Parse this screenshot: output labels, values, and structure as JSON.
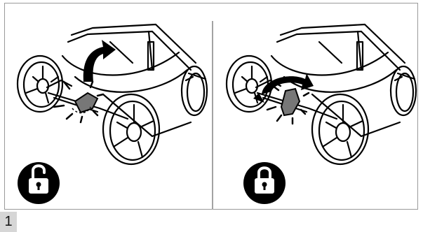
{
  "figure": {
    "step_number": "1",
    "panels": [
      {
        "state": "unlocked",
        "icon": "unlocked-padlock-icon",
        "arrow": "upward-curved-arrow"
      },
      {
        "state": "locked",
        "icon": "locked-padlock-icon",
        "arrow": "rotating-arrow"
      }
    ]
  }
}
